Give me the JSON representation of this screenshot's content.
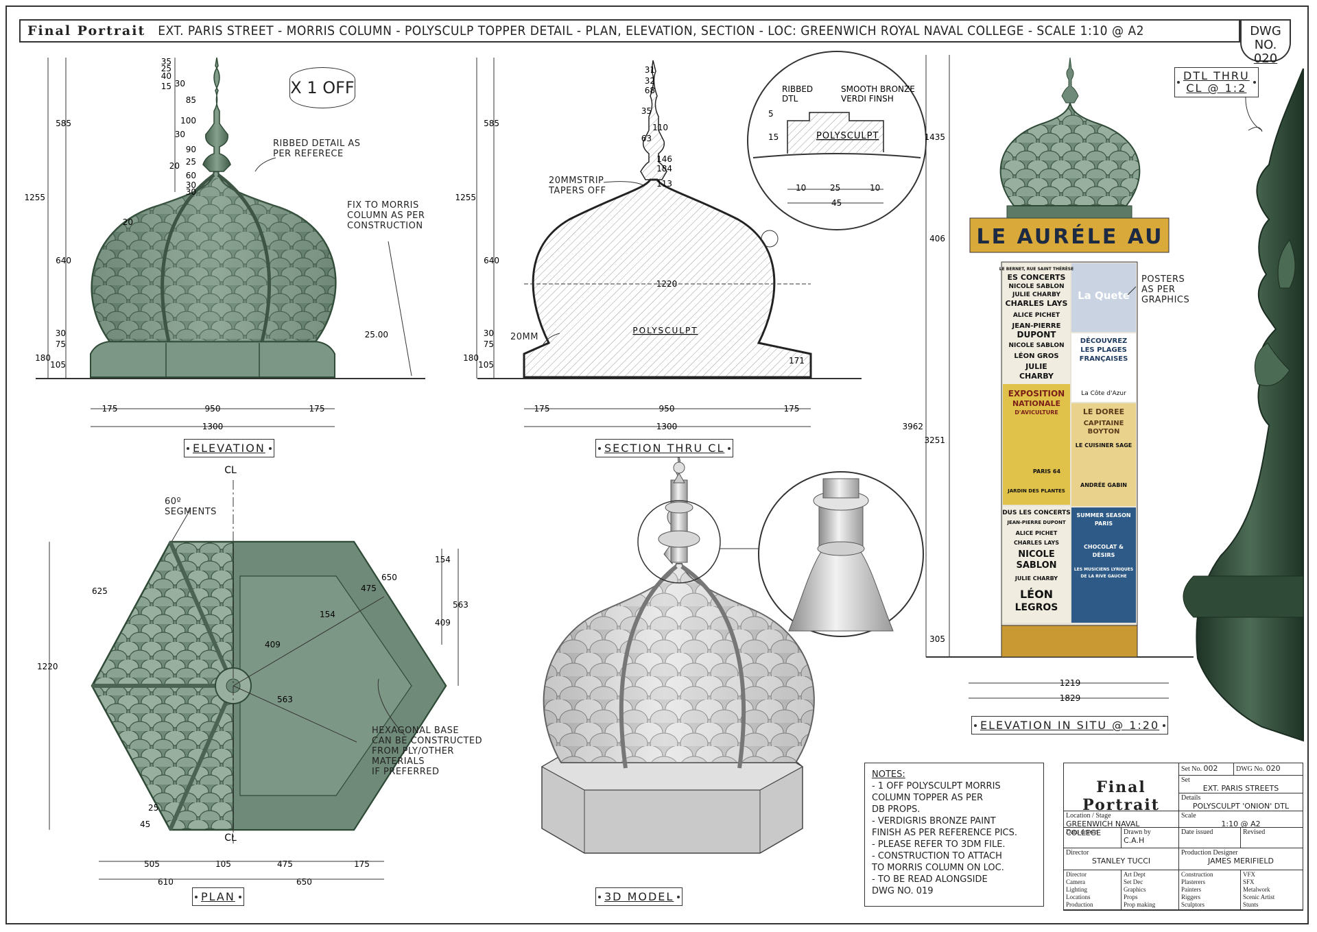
{
  "title_bar": {
    "brand": "Final Portrait",
    "text": "EXT. PARIS STREET - MORRIS COLUMN - POLYSCULP TOPPER DETAIL - PLAN, ELEVATION, SECTION - LOC: GREENWICH ROYAL NAVAL COLLEGE - SCALE 1:10 @ A2",
    "dwg_label": "DWG NO.",
    "dwg_number": "020"
  },
  "views": {
    "elevation": "ELEVATION",
    "section": "SECTION THRU CL",
    "plan": "PLAN",
    "model": "3D MODEL",
    "in_situ": "ELEVATION IN SITU @ 1:20",
    "detail": [
      "DTL THRU",
      "CL @ 1:2"
    ]
  },
  "xoff": "X 1 OFF",
  "annotations": {
    "ribbed_detail": [
      "RIBBED DETAIL AS",
      "PER REFERECE"
    ],
    "fix_to_morris": [
      "FIX TO MORRIS",
      "COLUMN AS PER",
      "CONSTRUCTION"
    ],
    "strip": [
      "20MMSTRIP",
      "TAPERS OFF"
    ],
    "twenty_mm": "20MM",
    "polysculpt": "POLYSCULPT",
    "ribbed_dtl": [
      "RIBBED",
      "DTL"
    ],
    "smooth_bronze": [
      "SMOOTH BRONZE",
      "VERDI FINSH"
    ],
    "posters": [
      "POSTERS",
      "AS PER",
      "GRAPHICS"
    ],
    "segments": [
      "60º",
      "SEGMENTS"
    ],
    "hex_base": [
      "HEXAGONAL BASE",
      "CAN BE CONSTRUCTED",
      "FROM PLY/OTHER",
      "MATERIALS",
      "IF PREFERRED"
    ],
    "cl": "CL"
  },
  "elevation_dims": {
    "left_stack": [
      "35",
      "25",
      "40",
      "15",
      "30",
      "85",
      "100",
      "30",
      "90",
      "25",
      "20",
      "60",
      "30",
      "30"
    ],
    "overall": [
      "585",
      "1255",
      "640",
      "180",
      "30",
      "75",
      "105"
    ],
    "bottom": [
      "175",
      "950",
      "175",
      "1300"
    ],
    "side": [
      "20",
      "25.00"
    ]
  },
  "section_dims": {
    "left_stack": [
      "31",
      "32",
      "68",
      "35",
      "110",
      "63",
      "146",
      "184",
      "113"
    ],
    "overall": [
      "585",
      "1255",
      "640",
      "30",
      "75",
      "180",
      "105"
    ],
    "inner": [
      "1220",
      "171"
    ],
    "bottom": [
      "175",
      "950",
      "175",
      "1300"
    ]
  },
  "detail_dims": [
    "5",
    "15",
    "10",
    "25",
    "10",
    "45"
  ],
  "plan_dims": [
    "625",
    "1220",
    "409",
    "563",
    "154",
    "475",
    "650",
    "154",
    "409",
    "563",
    "25",
    "45",
    "505",
    "105",
    "475",
    "175",
    "610",
    "650"
  ],
  "situ_dims": [
    "1435",
    "406",
    "3962",
    "3251",
    "305",
    "1219",
    "1829"
  ],
  "posters": {
    "banner": "LE AURÉLE AU",
    "left_col": [
      "LE BERNET, RUE SAINT THÉRÈSE",
      "ES CONCERTS",
      "NICOLE SABLON",
      "JULIE CHARBY",
      "CHARLES LAYS",
      "ALICE PICHET",
      "JEAN-PIERRE",
      "DUPONT",
      "NICOLE SABLON",
      "LÉON GROS",
      "JULIE",
      "CHARBY"
    ],
    "exposition": [
      "EXPOSITION",
      "NATIONALE",
      "D'AVICULTURE",
      "PARIS 64",
      "JARDIN DES PLANTES"
    ],
    "la_quete": "La Quete",
    "decouvrez": [
      "DÉCOUVREZ",
      "LES PLAGES",
      "FRANÇAISES",
      "La Côte d'Azur"
    ],
    "theatre": [
      "LE DOREE",
      "CAPITAINE",
      "BOYTON",
      "LE CUISINER SAGE",
      "ANDRÉE GABIN"
    ],
    "concerts2": [
      "DUS LES CONCERTS",
      "JEAN-PIERRE DUPONT",
      "ALICE PICHET",
      "CHARLES LAYS",
      "NICOLE",
      "SABLON",
      "JULIE CHARBY",
      "LÉON",
      "LEGROS"
    ],
    "summer": [
      "SUMMER SEASON",
      "PARIS",
      "CHOCOLAT &",
      "DÉSIRS",
      "LES MUSICIENS LYRIQUES",
      "DE LA RIVE GAUCHE"
    ]
  },
  "notes": {
    "heading": "NOTES:",
    "lines": [
      "- 1 OFF POLYSCULPT MORRIS",
      "  COLUMN TOPPER AS PER",
      "  DB PROPS.",
      "- VERDIGRIS BRONZE PAINT",
      "  FINISH AS PER REFERENCE PICS.",
      "- PLEASE REFER TO 3DM FILE.",
      "- CONSTRUCTION TO ATTACH",
      "  TO MORRIS COLUMN ON LOC.",
      "- TO BE READ ALONGSIDE",
      "  DWG NO. 019"
    ]
  },
  "title_block": {
    "brand": "Final Portrait",
    "set_no_label": "Set No.",
    "set_no": "002",
    "dwg_no_label": "DWG No.",
    "dwg_no": "020",
    "set_label": "Set",
    "set": "EXT. PARIS STREETS",
    "details_label": "Details",
    "details": "POLYSCULPT 'ONION' DTL",
    "location_label": "Location / Stage",
    "location": "GREENWICH NAVAL COLLEGE",
    "scale_label": "Scale",
    "scale": "1:10 @ A2",
    "date_drawn_label": "Date drawn",
    "drawn_by_label": "Drawn by",
    "drawn_by": "C.A.H",
    "date_issued_label": "Date issued",
    "revised_label": "Revised",
    "director_label": "Director",
    "director": "STANLEY TUCCI",
    "pd_label": "Production Designer",
    "pd": "JAMES MERIFIELD",
    "depts": [
      [
        "Director",
        "Camera",
        "Lighting",
        "Locations",
        "Production"
      ],
      [
        "Art Dept",
        "Set Dec",
        "Graphics",
        "Props",
        "Prop making"
      ],
      [
        "Construction",
        "Plasterers",
        "Painters",
        "Riggers",
        "Sculptors"
      ],
      [
        "VFX",
        "SFX",
        "Metalwork",
        "Scenic Artist",
        "Stunts"
      ]
    ]
  },
  "colors": {
    "verdigris": "#6f8a78",
    "verdigris_dark": "#4a6352",
    "verdigris_light": "#98ae9f",
    "deep_green": "#2f4a37",
    "banner_gold": "#d9a93a",
    "poster_navy": "#1d3a5e"
  }
}
